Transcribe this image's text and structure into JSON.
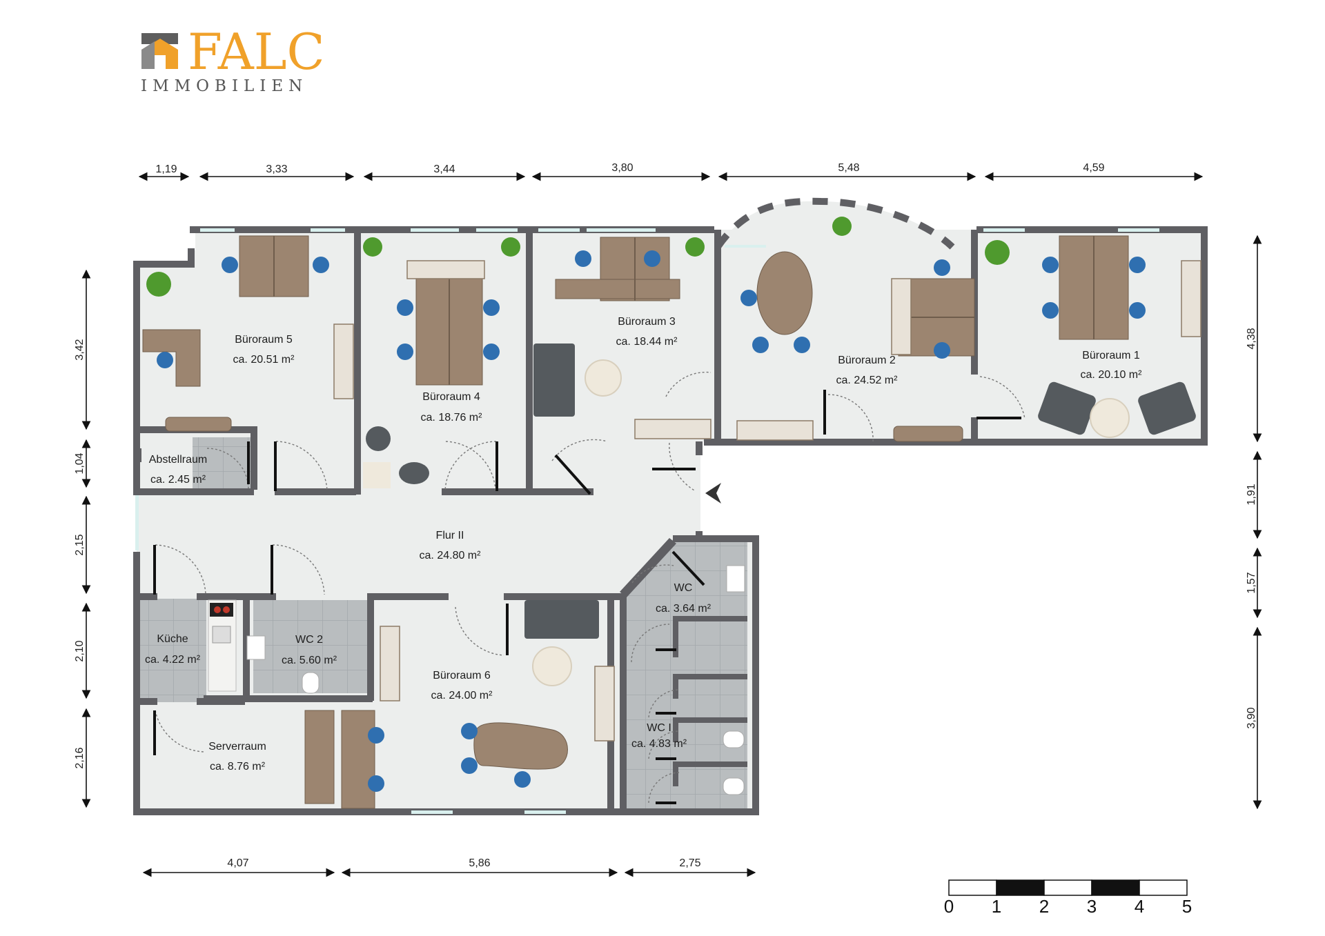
{
  "logo": {
    "brand": "FALC",
    "subtitle": "IMMOBILIEN"
  },
  "rooms": [
    {
      "id": "bueroraum-5",
      "name": "Büroraum 5",
      "area": "ca. 20.51 m²"
    },
    {
      "id": "bueroraum-4",
      "name": "Büroraum 4",
      "area": "ca. 18.76 m²"
    },
    {
      "id": "bueroraum-3",
      "name": "Büroraum 3",
      "area": "ca. 18.44 m²"
    },
    {
      "id": "bueroraum-2",
      "name": "Büroraum 2",
      "area": "ca. 24.52 m²"
    },
    {
      "id": "bueroraum-1",
      "name": "Büroraum 1",
      "area": "ca. 20.10 m²"
    },
    {
      "id": "abstellraum",
      "name": "Abstellraum",
      "area": "ca. 2.45 m²"
    },
    {
      "id": "flur-2",
      "name": "Flur II",
      "area": "ca. 24.80 m²"
    },
    {
      "id": "wc",
      "name": "WC",
      "area": "ca. 3.64 m²"
    },
    {
      "id": "kueche",
      "name": "Küche",
      "area": "ca. 4.22 m²"
    },
    {
      "id": "wc-2",
      "name": "WC 2",
      "area": "ca. 5.60 m²"
    },
    {
      "id": "bueroraum-6",
      "name": "Büroraum 6",
      "area": "ca. 24.00 m²"
    },
    {
      "id": "wc-1",
      "name": "WC I",
      "area": "ca. 4.83 m²"
    },
    {
      "id": "serverraum",
      "name": "Serverraum",
      "area": "ca. 8.76 m²"
    }
  ],
  "dimensions": {
    "top": [
      "1,19",
      "3,33",
      "3,44",
      "3,80",
      "5,48",
      "4,59"
    ],
    "left": [
      "3,42",
      "1,04",
      "2,15",
      "2,10",
      "2,16"
    ],
    "right": [
      "4,38",
      "1,91",
      "1,57",
      "3,90"
    ],
    "bottom": [
      "4,07",
      "5,86",
      "2,75"
    ]
  },
  "scale_bar": {
    "labels": [
      "0",
      "1",
      "2",
      "3",
      "4",
      "5"
    ]
  },
  "colors": {
    "wall": "#5f5f63",
    "floor": "#eceeed",
    "tile": "#b9bdbf",
    "wood": "#9c8570",
    "chair": "#2f6fb0",
    "plant": "#4f9a2e",
    "logo_orange": "#f0a12a"
  }
}
